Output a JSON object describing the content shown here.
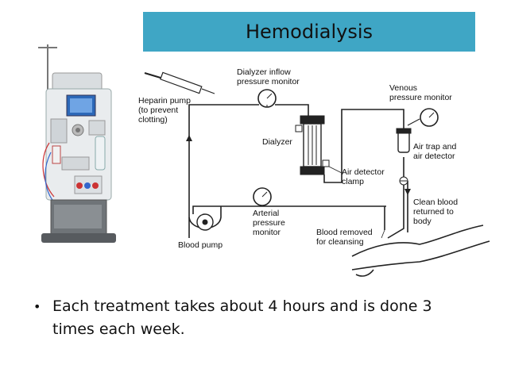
{
  "title": "Hemodialysis",
  "diagram": {
    "labels": {
      "heparin_pump": [
        "Heparin pump",
        "(to prevent",
        "clotting)"
      ],
      "dialyzer_inflow": [
        "Dialyzer inflow",
        "pressure monitor"
      ],
      "venous_monitor": [
        "Venous",
        "pressure monitor"
      ],
      "dialyzer": "Dialyzer",
      "air_trap": [
        "Air trap and",
        "air detector"
      ],
      "air_detector_clamp": [
        "Air detector",
        "clamp"
      ],
      "clean_blood": [
        "Clean blood",
        "returned to",
        "body"
      ],
      "arterial_monitor": [
        "Arterial",
        "pressure",
        "monitor"
      ],
      "blood_removed": [
        "Blood removed",
        "for cleansing"
      ],
      "blood_pump": "Blood pump"
    }
  },
  "bullets": [
    "Each treatment takes about 4 hours and is done 3 times each week."
  ]
}
